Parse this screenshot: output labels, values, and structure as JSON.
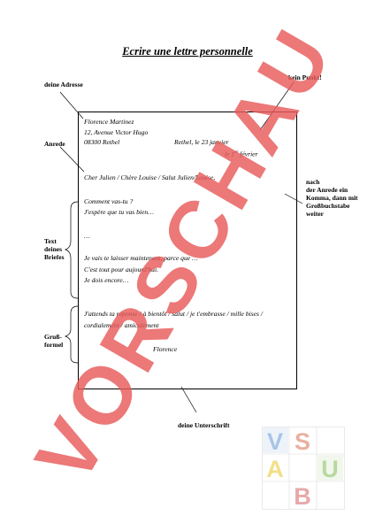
{
  "title": "Ecrire une lettre personnelle",
  "labels": {
    "adresse": "deine Adresse",
    "kein_punkt": "kein Punkt!",
    "anrede": "Anrede",
    "nach_anrede": [
      "nach",
      "der Anrede ein",
      "Komma, dann mit",
      "Großbuchstabe",
      "weiter"
    ],
    "text": [
      "Text",
      "deines",
      "Briefes"
    ],
    "gruss": [
      "Gruß-",
      "formel"
    ],
    "unterschrift": "deine Unterschrift"
  },
  "letter": {
    "name": "Florence Martinez",
    "street": "12, Avenue Victor Hugo",
    "city": "08300 Rethel",
    "place_date": "Rethel, le 23 janvier",
    "date_alt_prefix": "le 1",
    "date_alt_sup": "er",
    "date_alt_suffix": " février",
    "salutation": "Cher Julien / Chère Louise / Salut Julien/Louise,",
    "body1": "Comment vas-tu ?",
    "body2": "J'espère que tu vas bien…",
    "body3": "…",
    "body4": "Je vais te laisser maintenant, parce que …",
    "body5": "C'est tout pour aujourd'hui.",
    "body6": "Je dois encore…",
    "closing1": "J'attends ta réponse / à bientôt / salut / je t'embrasse / mille bises /",
    "closing2": "cordialement  / amicalement",
    "signature": "Florence"
  },
  "watermark": "VORSCHAU",
  "colors": {
    "watermark": "#e85a5a",
    "logo_v": "#a8c4e6",
    "logo_s": "#e8b0a0",
    "logo_a": "#f2df8a",
    "logo_u": "#b8d8a0",
    "logo_b": "#e8a8a8"
  },
  "logo": {
    "letters": [
      "V",
      "S",
      "A",
      "U",
      "B"
    ]
  }
}
